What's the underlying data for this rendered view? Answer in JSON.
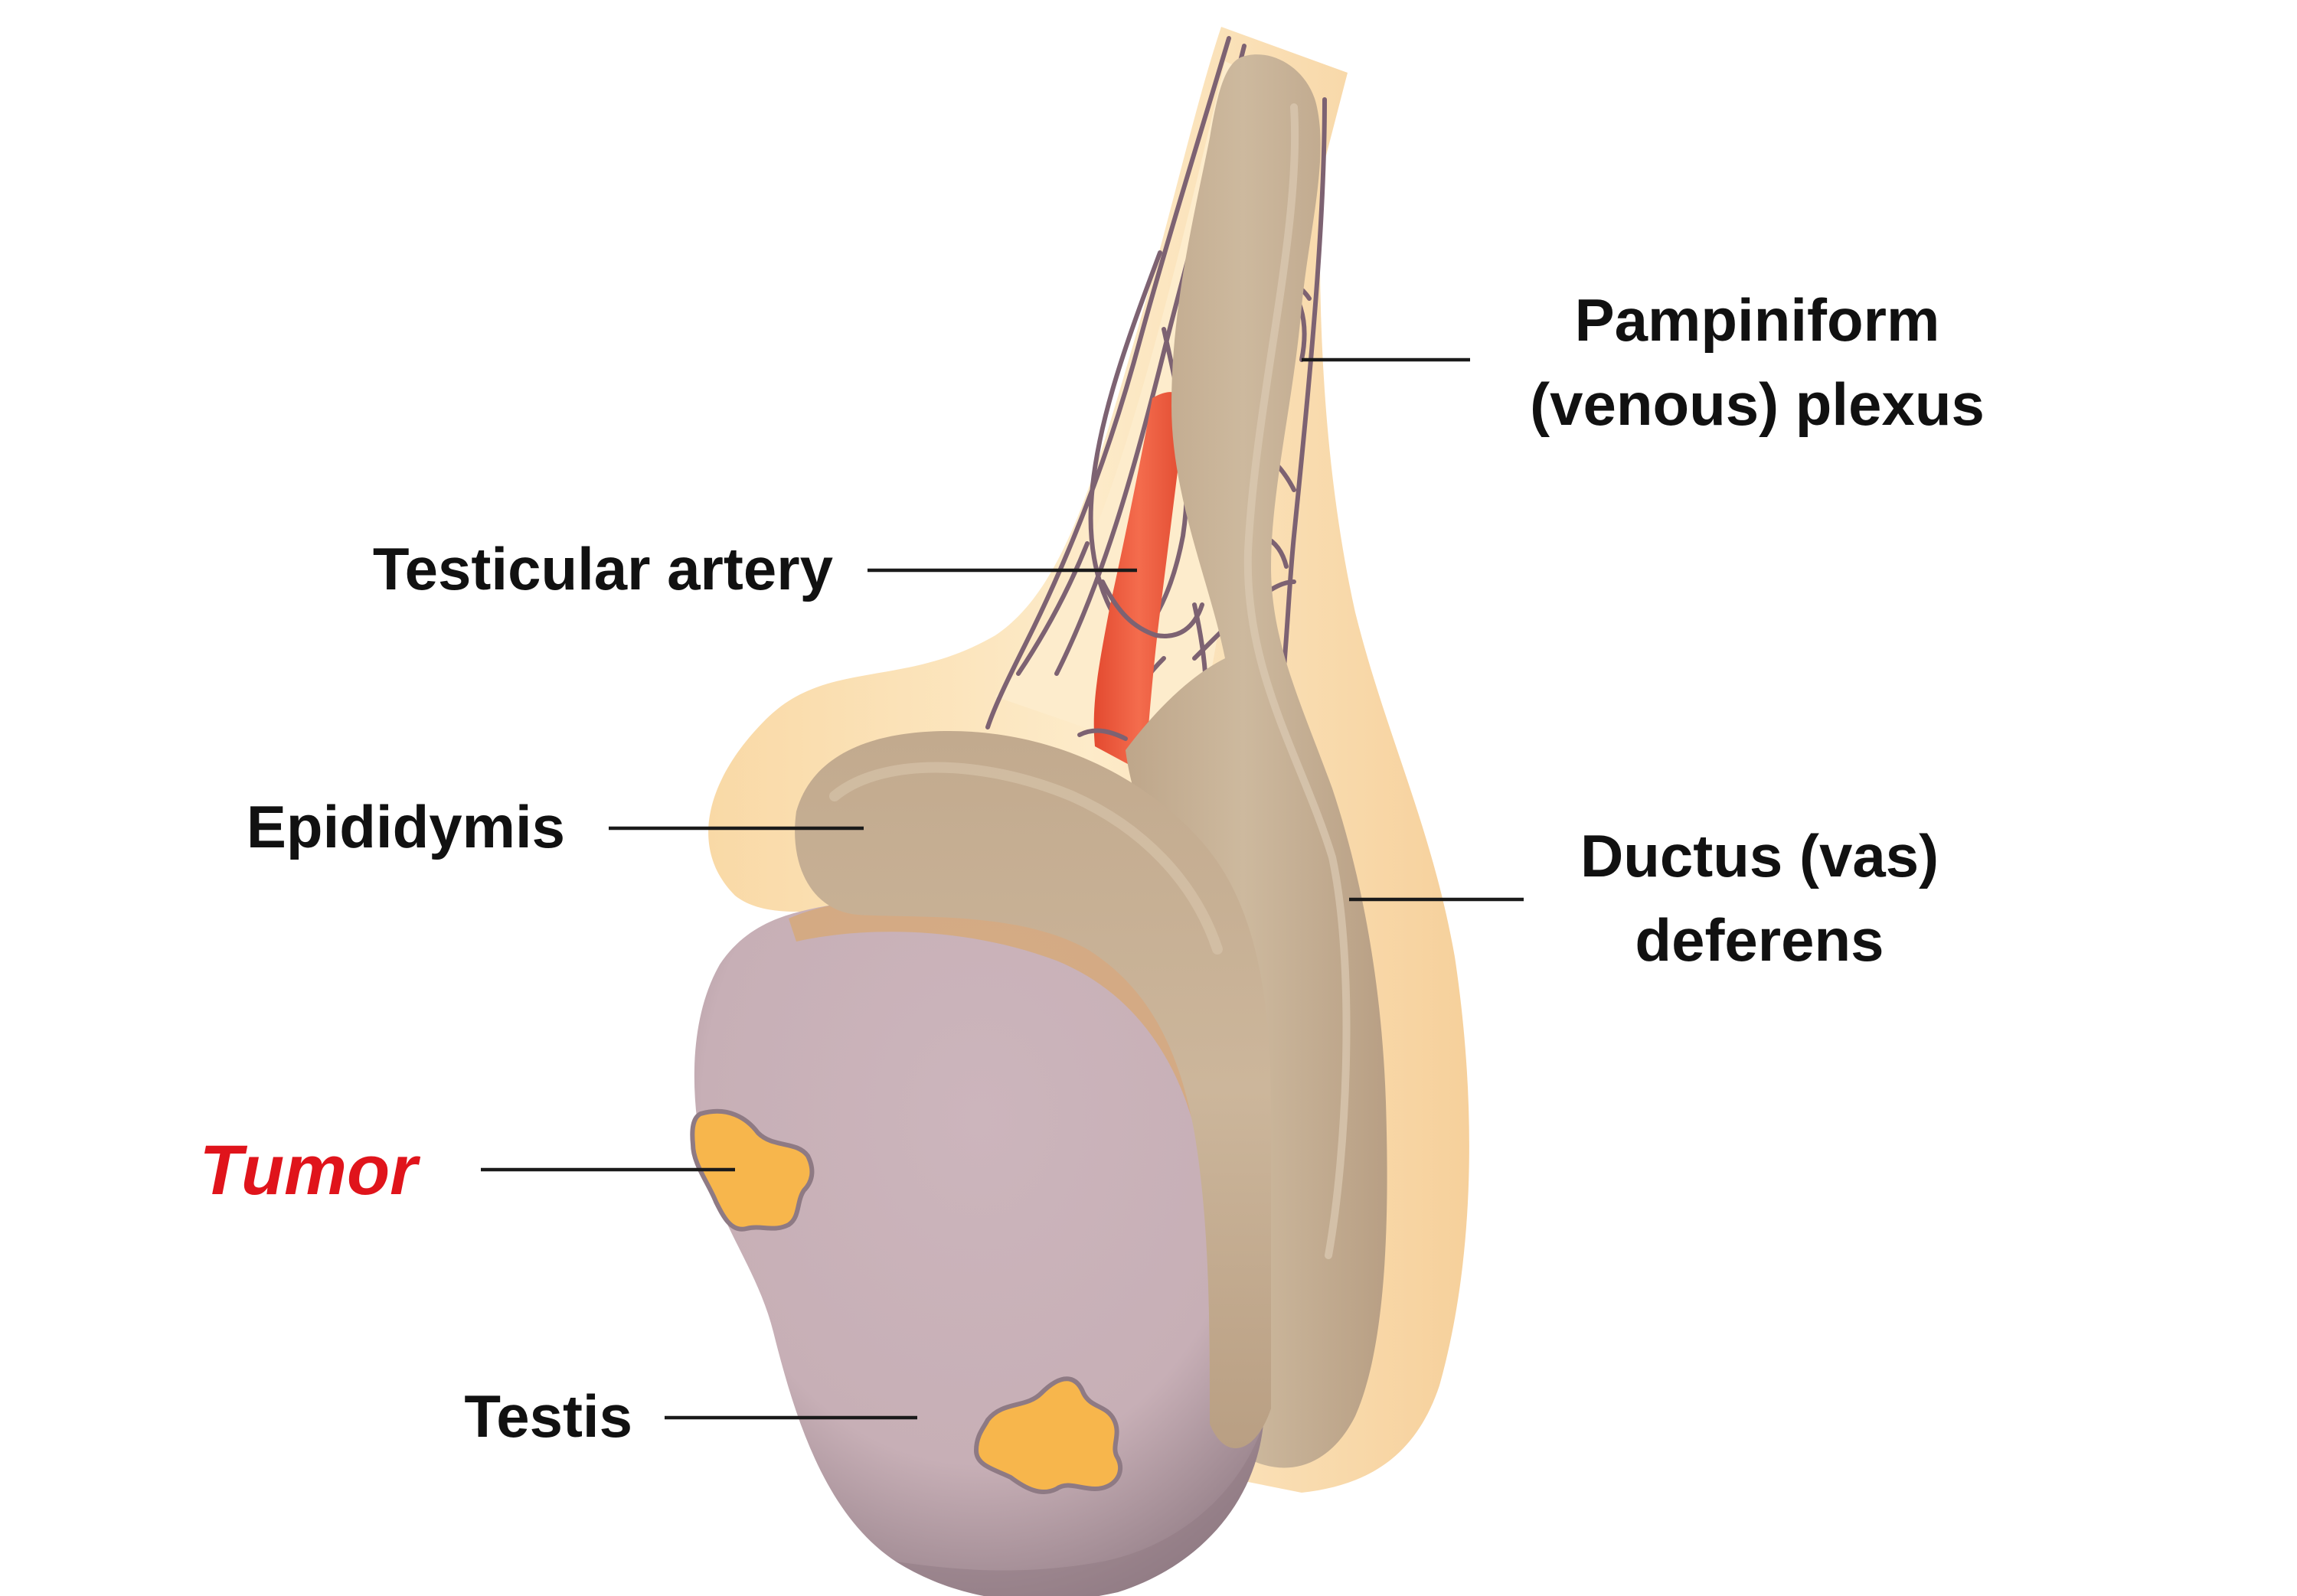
{
  "labels": {
    "pampiniform_line1": "Pampiniform",
    "pampiniform_line2": "(venous) plexus",
    "testicular_artery": "Testicular artery",
    "epididymis": "Epididymis",
    "ductus_line1": "Ductus (vas)",
    "ductus_line2": "deferens",
    "tumor": "Tumor",
    "testis": "Testis"
  },
  "colors": {
    "tumor_label": "#e0141b",
    "label_text": "#111111",
    "sheath": "#fbe0b4",
    "epididymis": "#c8b297",
    "ductus": "#c7b398",
    "testis": "#cab3b9",
    "artery": "#ee5a3c",
    "vein": "#7d6272",
    "tumor_fill": "#f7b64c"
  }
}
